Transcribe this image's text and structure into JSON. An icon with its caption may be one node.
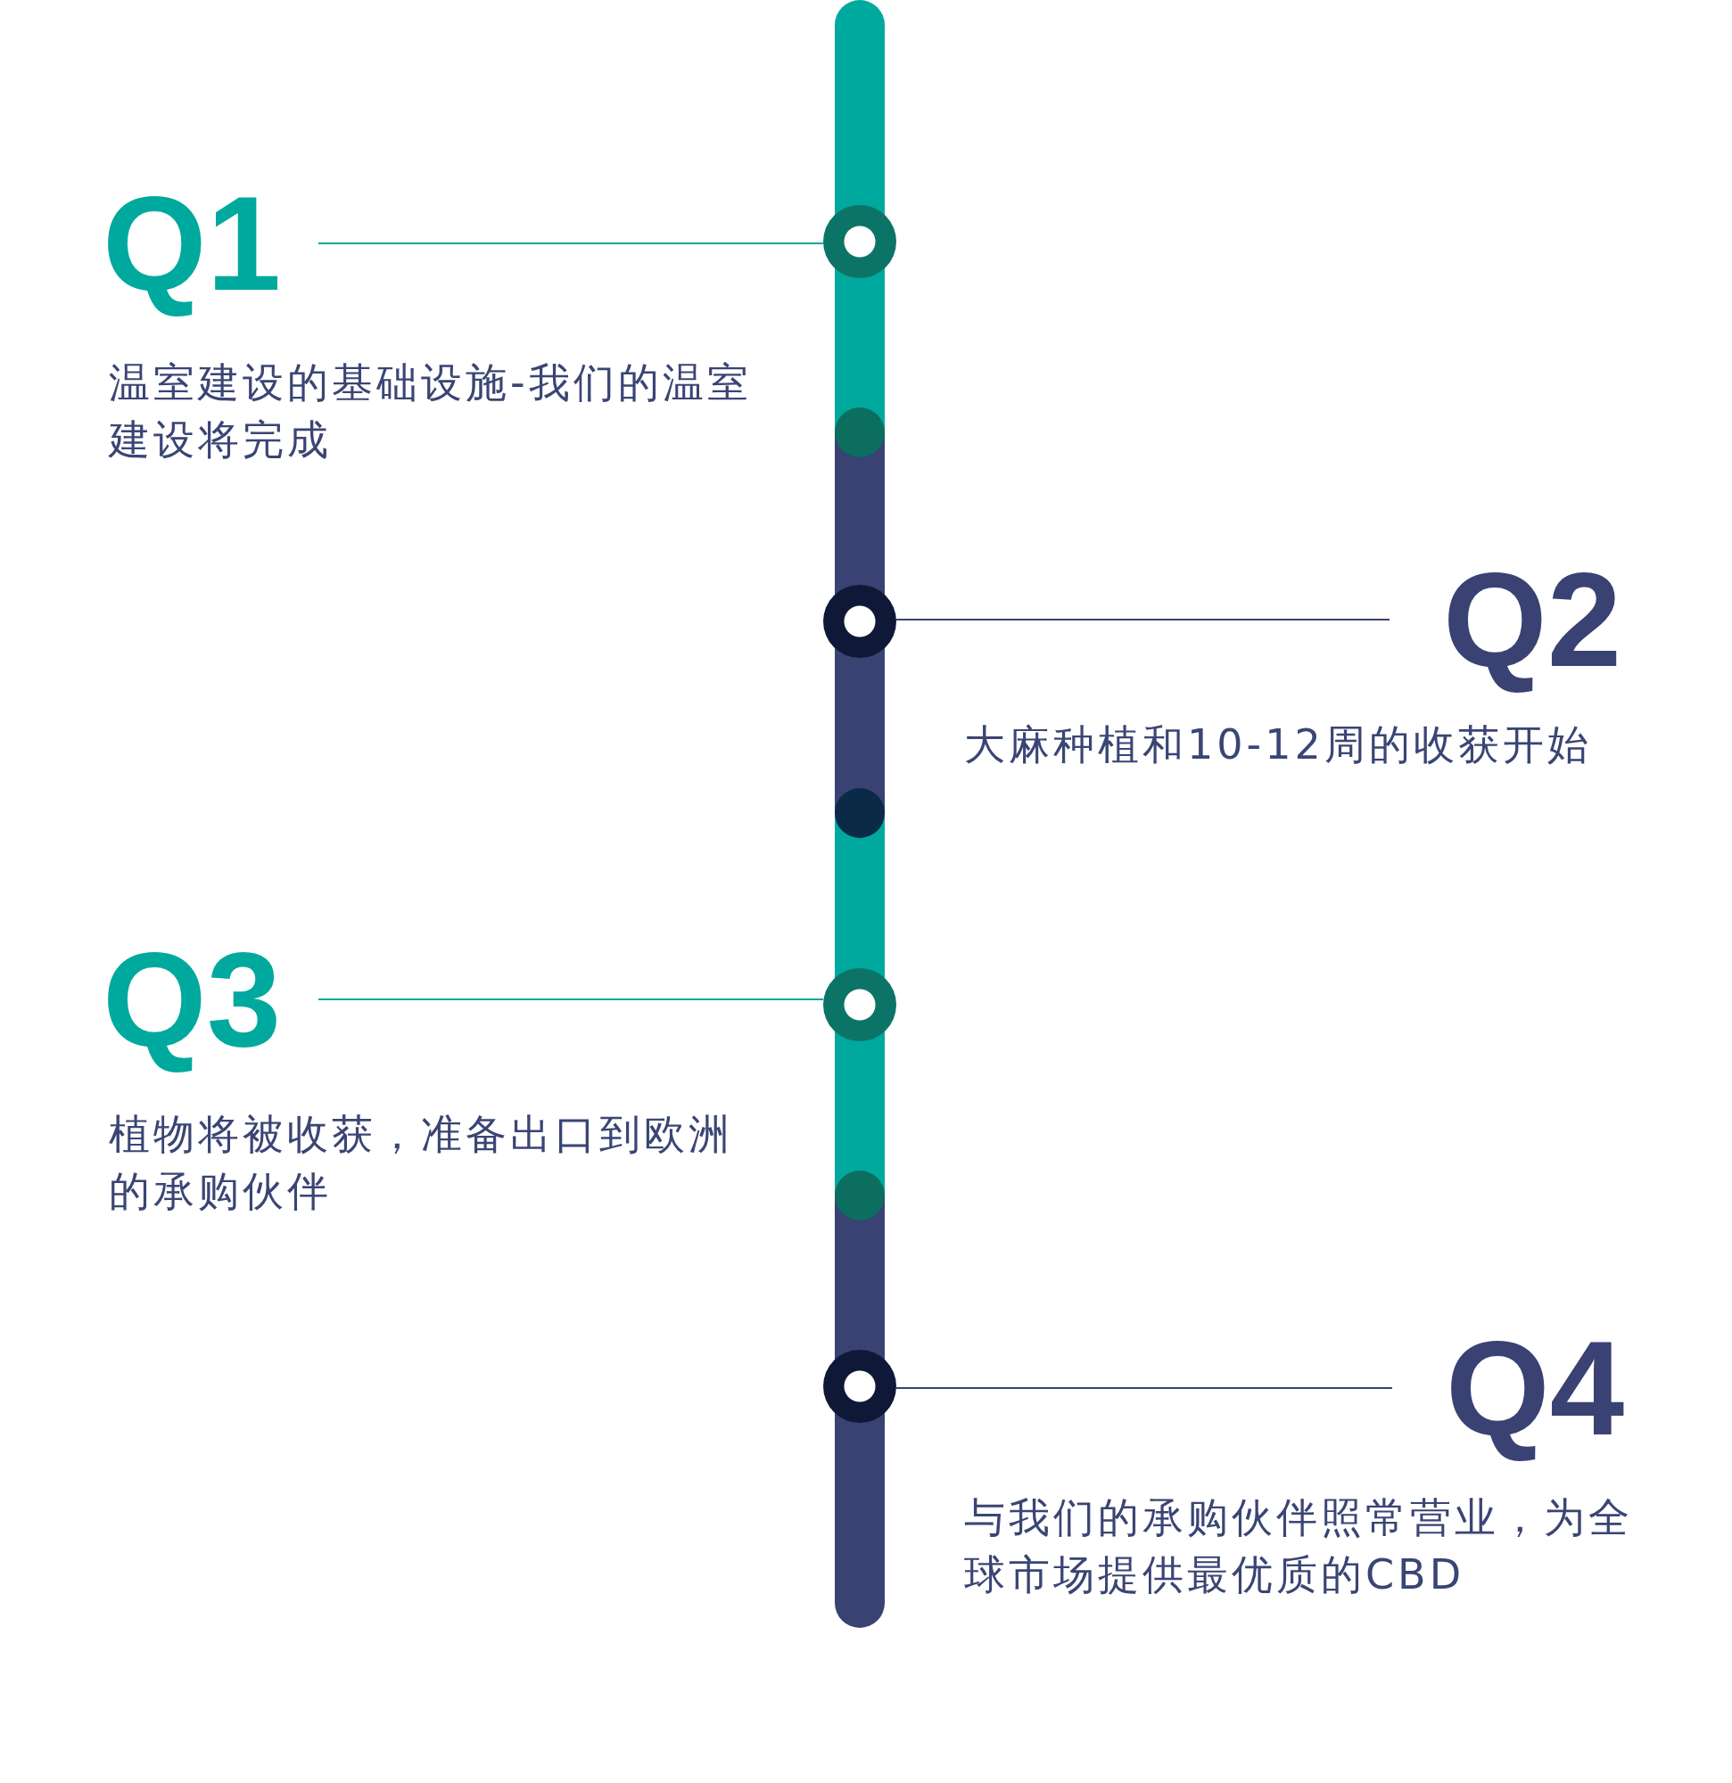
{
  "diagram": {
    "nodes": [
      {
        "text": [
          "Q1"
        ],
        "beside": [
          "温室建设的基础设施-我们的温室建设将完成"
        ]
      },
      {
        "text": [
          "Q2"
        ],
        "beside": [
          "大麻种植和10-12周的收获开始"
        ]
      },
      {
        "text": [
          "Q3"
        ],
        "beside": [
          "植物将被收获，准备出口到欧洲的承购伙伴"
        ]
      },
      {
        "text": [
          "Q4"
        ],
        "beside": [
          "与我们的承购伙伴照常营业，为全球市场提供最优质的CBD"
        ]
      },
      {
        "text": [],
        "shape": "circle"
      },
      {
        "text": [],
        "shape": "circle"
      },
      {
        "text": [],
        "shape": "circle"
      },
      {
        "text": [],
        "shape": "circle"
      }
    ],
    "edges": [
      {
        "from": 0,
        "to": 4,
        "arrow": "none",
        "color": "#00a99d"
      },
      {
        "from": 1,
        "to": 5,
        "arrow": "none",
        "color": "#394273"
      },
      {
        "from": 2,
        "to": 6,
        "arrow": "none",
        "color": "#00a99d"
      },
      {
        "from": 3,
        "to": 7,
        "arrow": "none",
        "color": "#394273"
      }
    ]
  }
}
